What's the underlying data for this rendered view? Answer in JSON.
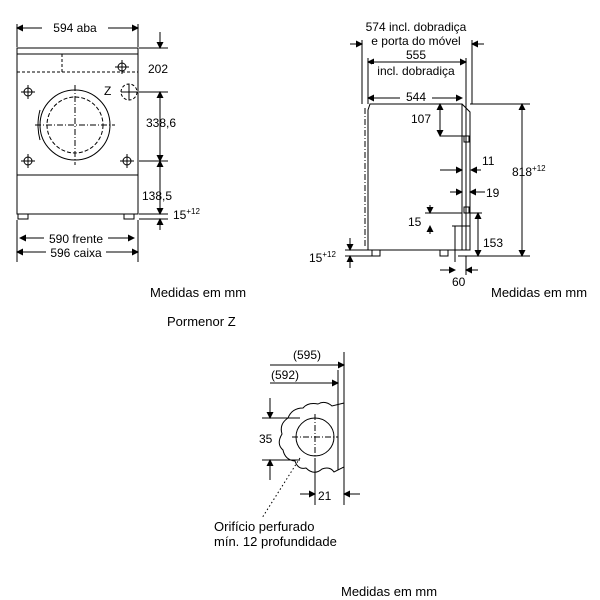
{
  "front": {
    "aba": "594 aba",
    "d202": "202",
    "z": "Z",
    "d338": "338,6",
    "d138": "138,5",
    "d15": "15",
    "d15_sup": "+12",
    "frente": "590 frente",
    "caixa": "596 caixa"
  },
  "side": {
    "hinge_line1": "574 incl. dobradiça",
    "hinge_line2": "e porta do móvel",
    "d555": "555",
    "d555_sub": "incl. dobradiça",
    "d544": "544",
    "d107": "107",
    "d11": "11",
    "d19": "19",
    "d15": "15",
    "d153": "153",
    "d818": "818",
    "d818_sup": "+12",
    "d15b": "15",
    "d15b_sup": "+12",
    "d60": "60"
  },
  "captions": {
    "left": "Medidas em mm",
    "right": "Medidas em mm",
    "detail_title": "Pormenor Z",
    "bottom": "Medidas em mm"
  },
  "detail": {
    "d595": "(595)",
    "d592": "(592)",
    "d35": "35",
    "d21": "21",
    "hole_line1": "Orifício perfurado",
    "hole_line2": "mín. 12 profundidade"
  }
}
